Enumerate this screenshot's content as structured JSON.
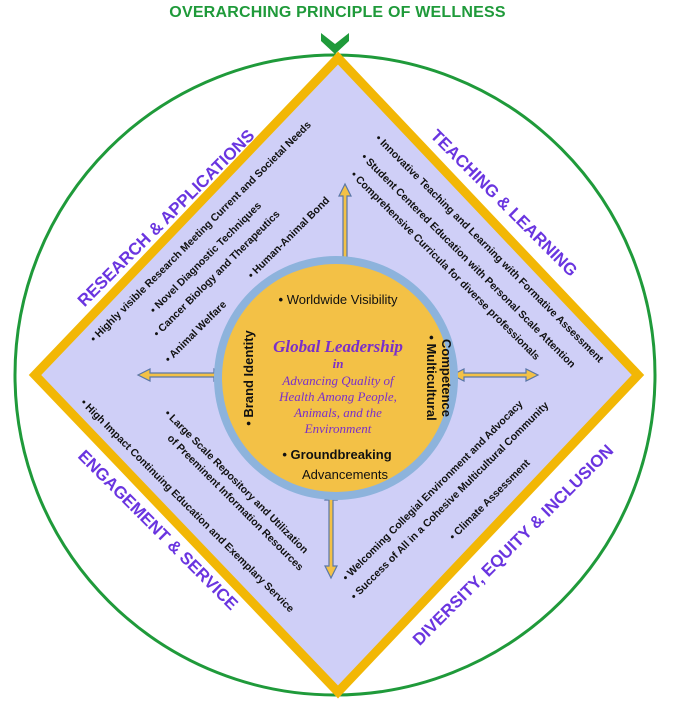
{
  "header": {
    "title": "OVERARCHING PRINCIPLE OF WELLNESS"
  },
  "colors": {
    "green": "#1f9a3a",
    "gold_border": "#f2b705",
    "lavender_fill": "#cfcff7",
    "circle_fill": "#f3c146",
    "circle_ring": "#8db3dc",
    "purple_heading": "#6a35e0",
    "center_text": "#7a2fc9"
  },
  "center": {
    "title": "Global Leadership",
    "subtitle_in": "in",
    "subtitle_lines": [
      "Advancing Quality of",
      "Health Among People,",
      "Animals, and the",
      "Environment"
    ],
    "top_label": "Worldwide Visibility",
    "left_label": "Brand Identity",
    "right_label_1": "Multicultural",
    "right_label_2": "Competence",
    "bottom_label_1": "Groundbreaking",
    "bottom_label_2": "Advancements"
  },
  "quadrants": {
    "research": {
      "heading": "RESEARCH & APPLICATIONS",
      "items": [
        "Highly visible Research Meeting Current and Societal Needs",
        "Novel Diagnostic Techniques",
        "Cancer Biology and Therapeutics",
        "Human-Animal Bond",
        "Animal Welfare"
      ]
    },
    "teaching": {
      "heading": "TEACHING & LEARNING",
      "items": [
        "Innovative Teaching and Learning with Formative Assessment",
        "Student Centered Education with Personal Scale Attention",
        "Comprehensive Curricula for diverse professionals"
      ]
    },
    "engagement": {
      "heading": "ENGAGEMENT & SERVICE",
      "items": [
        "High Impact Continuing Education and Exemplary Service",
        "Large Scale Repository and Utilization",
        "of Preeminent Information Resources"
      ]
    },
    "diversity": {
      "heading": "DIVERSITY, EQUITY & INCLUSION",
      "items": [
        "Welcoming Collegial Environment and Advocacy",
        "Success of All in a Cohesive Multicultural Community",
        "Climate Assessment"
      ]
    }
  }
}
